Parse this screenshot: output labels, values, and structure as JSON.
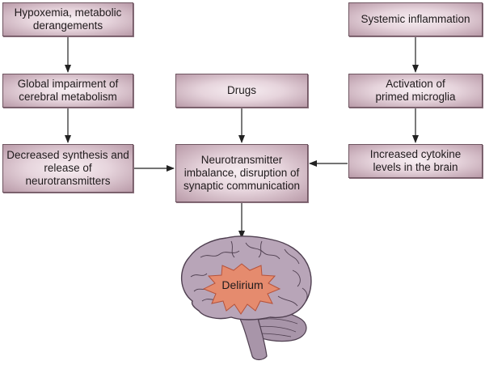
{
  "nodes": {
    "hypoxemia": "Hypoxemia, metabolic derangements",
    "global_impairment": "Global impairment of cerebral metabolism",
    "decreased_synthesis": "Decreased synthesis and release of neurotransmitters",
    "drugs": "Drugs",
    "neurotransmitter": "Neurotransmitter imbalance, disruption of synaptic communication",
    "systemic_inflammation": "Systemic inflammation",
    "microglia": "Activation of primed microglia",
    "cytokine": "Increased cytokine levels in the brain",
    "delirium": "Delirium"
  },
  "colors": {
    "box_border": "#6e5560",
    "brain_fill": "#b8a5b8",
    "brain_stroke": "#4f3f50",
    "star_fill": "#e58b6e",
    "arrow": "#222222"
  }
}
